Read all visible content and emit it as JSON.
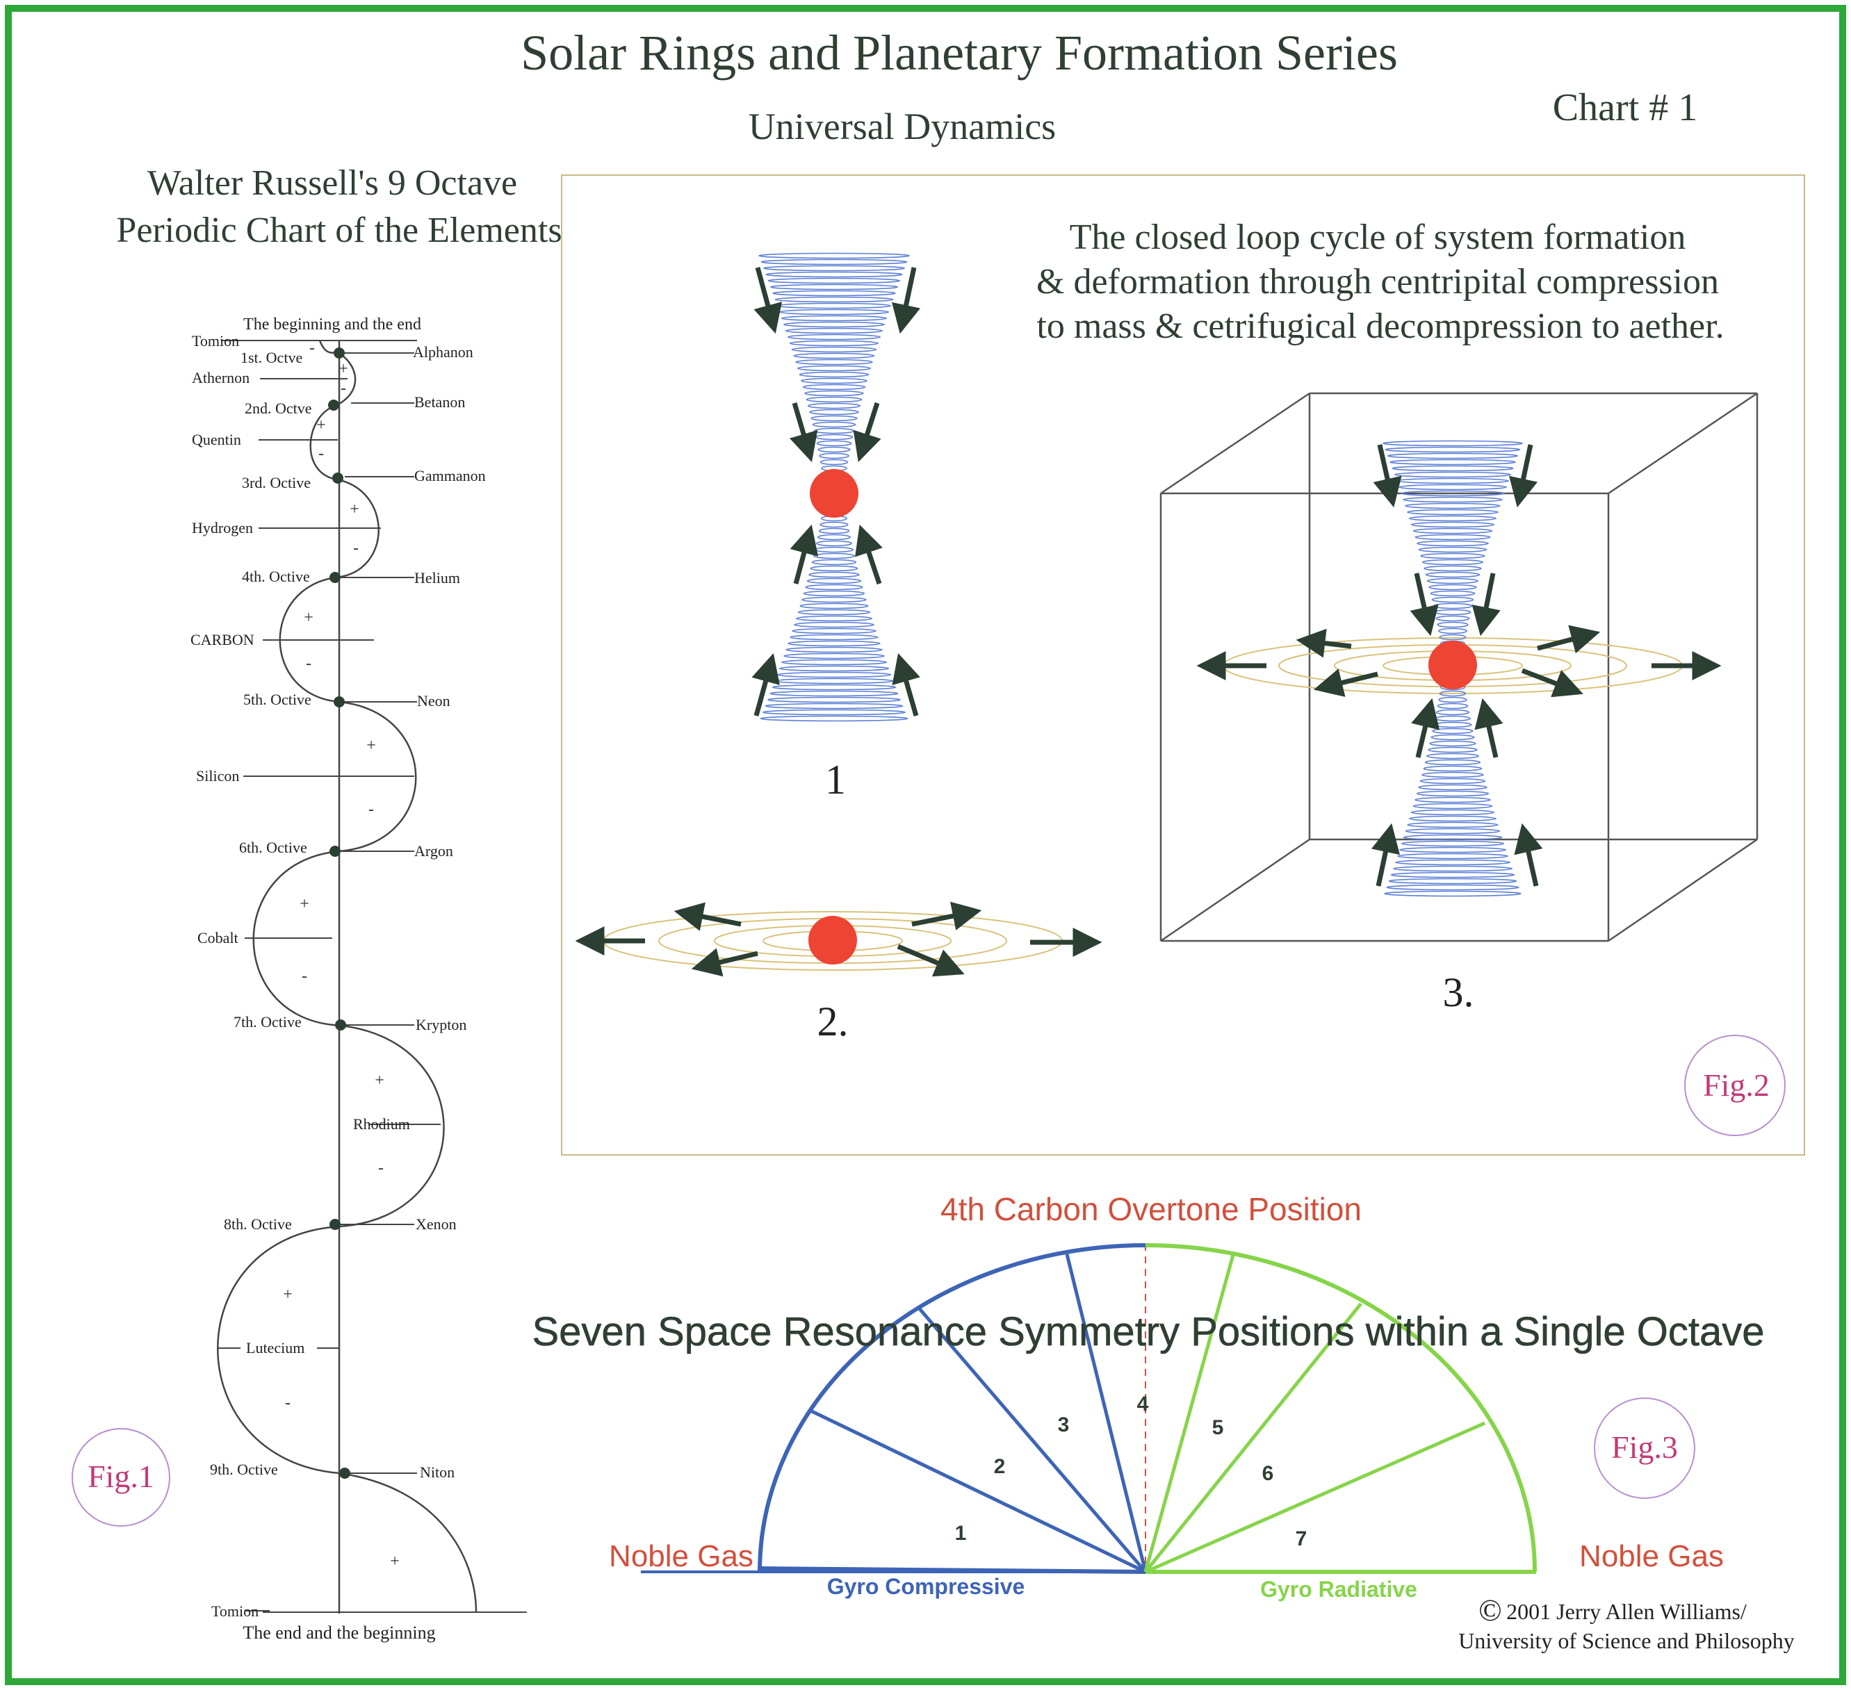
{
  "header": {
    "title": "Solar Rings and Planetary Formation Series",
    "subtitle": "Universal Dynamics",
    "chart_no": "Chart # 1"
  },
  "fig1": {
    "title_line1": "Walter Russell's 9 Octave",
    "title_line2": "Periodic Chart of the Elements",
    "top_caption": "The beginning and the end",
    "bottom_caption": "The end and the beginning",
    "fig_label": "Fig.1",
    "labels": {
      "tomion_top": "Tomion",
      "octave1": "1st. Octve",
      "alphanon": "Alphanon",
      "athernon": "Athernon",
      "octave2": "2nd. Octve",
      "betanon": "Betanon",
      "quentin": "Quentin",
      "octave3": "3rd. Octive",
      "gammanon": "Gammanon",
      "hydrogen": "Hydrogen",
      "octave4": "4th. Octive",
      "helium": "Helium",
      "carbon": "CARBON",
      "octave5": "5th. Octive",
      "neon": "Neon",
      "silicon": "Silicon",
      "octave6": "6th. Octive",
      "argon": "Argon",
      "cobalt": "Cobalt",
      "octave7": "7th. Octive",
      "krypton": "Krypton",
      "rhodium": "Rhodium",
      "octave8": "8th. Octive",
      "xenon": "Xenon",
      "lutecium": "Lutecium",
      "octave9": "9th. Octive",
      "niton": "Niton",
      "tomion_bottom": "Tomion",
      "plus": "+",
      "minus": "-"
    }
  },
  "fig2": {
    "text_line1": "The closed loop cycle of system formation",
    "text_line2": "& deformation through centripital compression",
    "text_line3": "to mass & cetrifugical decompression to aether.",
    "label1": "1",
    "label2": "2.",
    "label3": "3.",
    "fig_label": "Fig.2"
  },
  "fig3": {
    "top_label": "4th Carbon Overtone Position",
    "heading": "Seven Space Resonance  Symmetry Positions within a Single Octave",
    "noble_left": "Noble Gas",
    "noble_right": "Noble Gas",
    "gyro_compressive": "Gyro Compressive",
    "gyro_radiative": "Gyro Radiative",
    "positions": [
      "1",
      "2",
      "3",
      "4",
      "5",
      "6",
      "7"
    ],
    "fig_label": "Fig.3"
  },
  "copyright": {
    "symbol": "©",
    "line1": "2001 Jerry Allen Williams/",
    "line2": "University of Science and Philosophy"
  },
  "colors": {
    "border": "#2fa83a",
    "title": "#2f3f33",
    "coil": "#5b7fd6",
    "ball": "#ee4433",
    "disc": "#d8c27a",
    "arrow": "#2b3f33",
    "compressive": "#3d64b6",
    "radiative": "#86d44a",
    "noble": "#d1503c",
    "figlabel": "#c23a78",
    "figcircle": "#b88fd0"
  }
}
